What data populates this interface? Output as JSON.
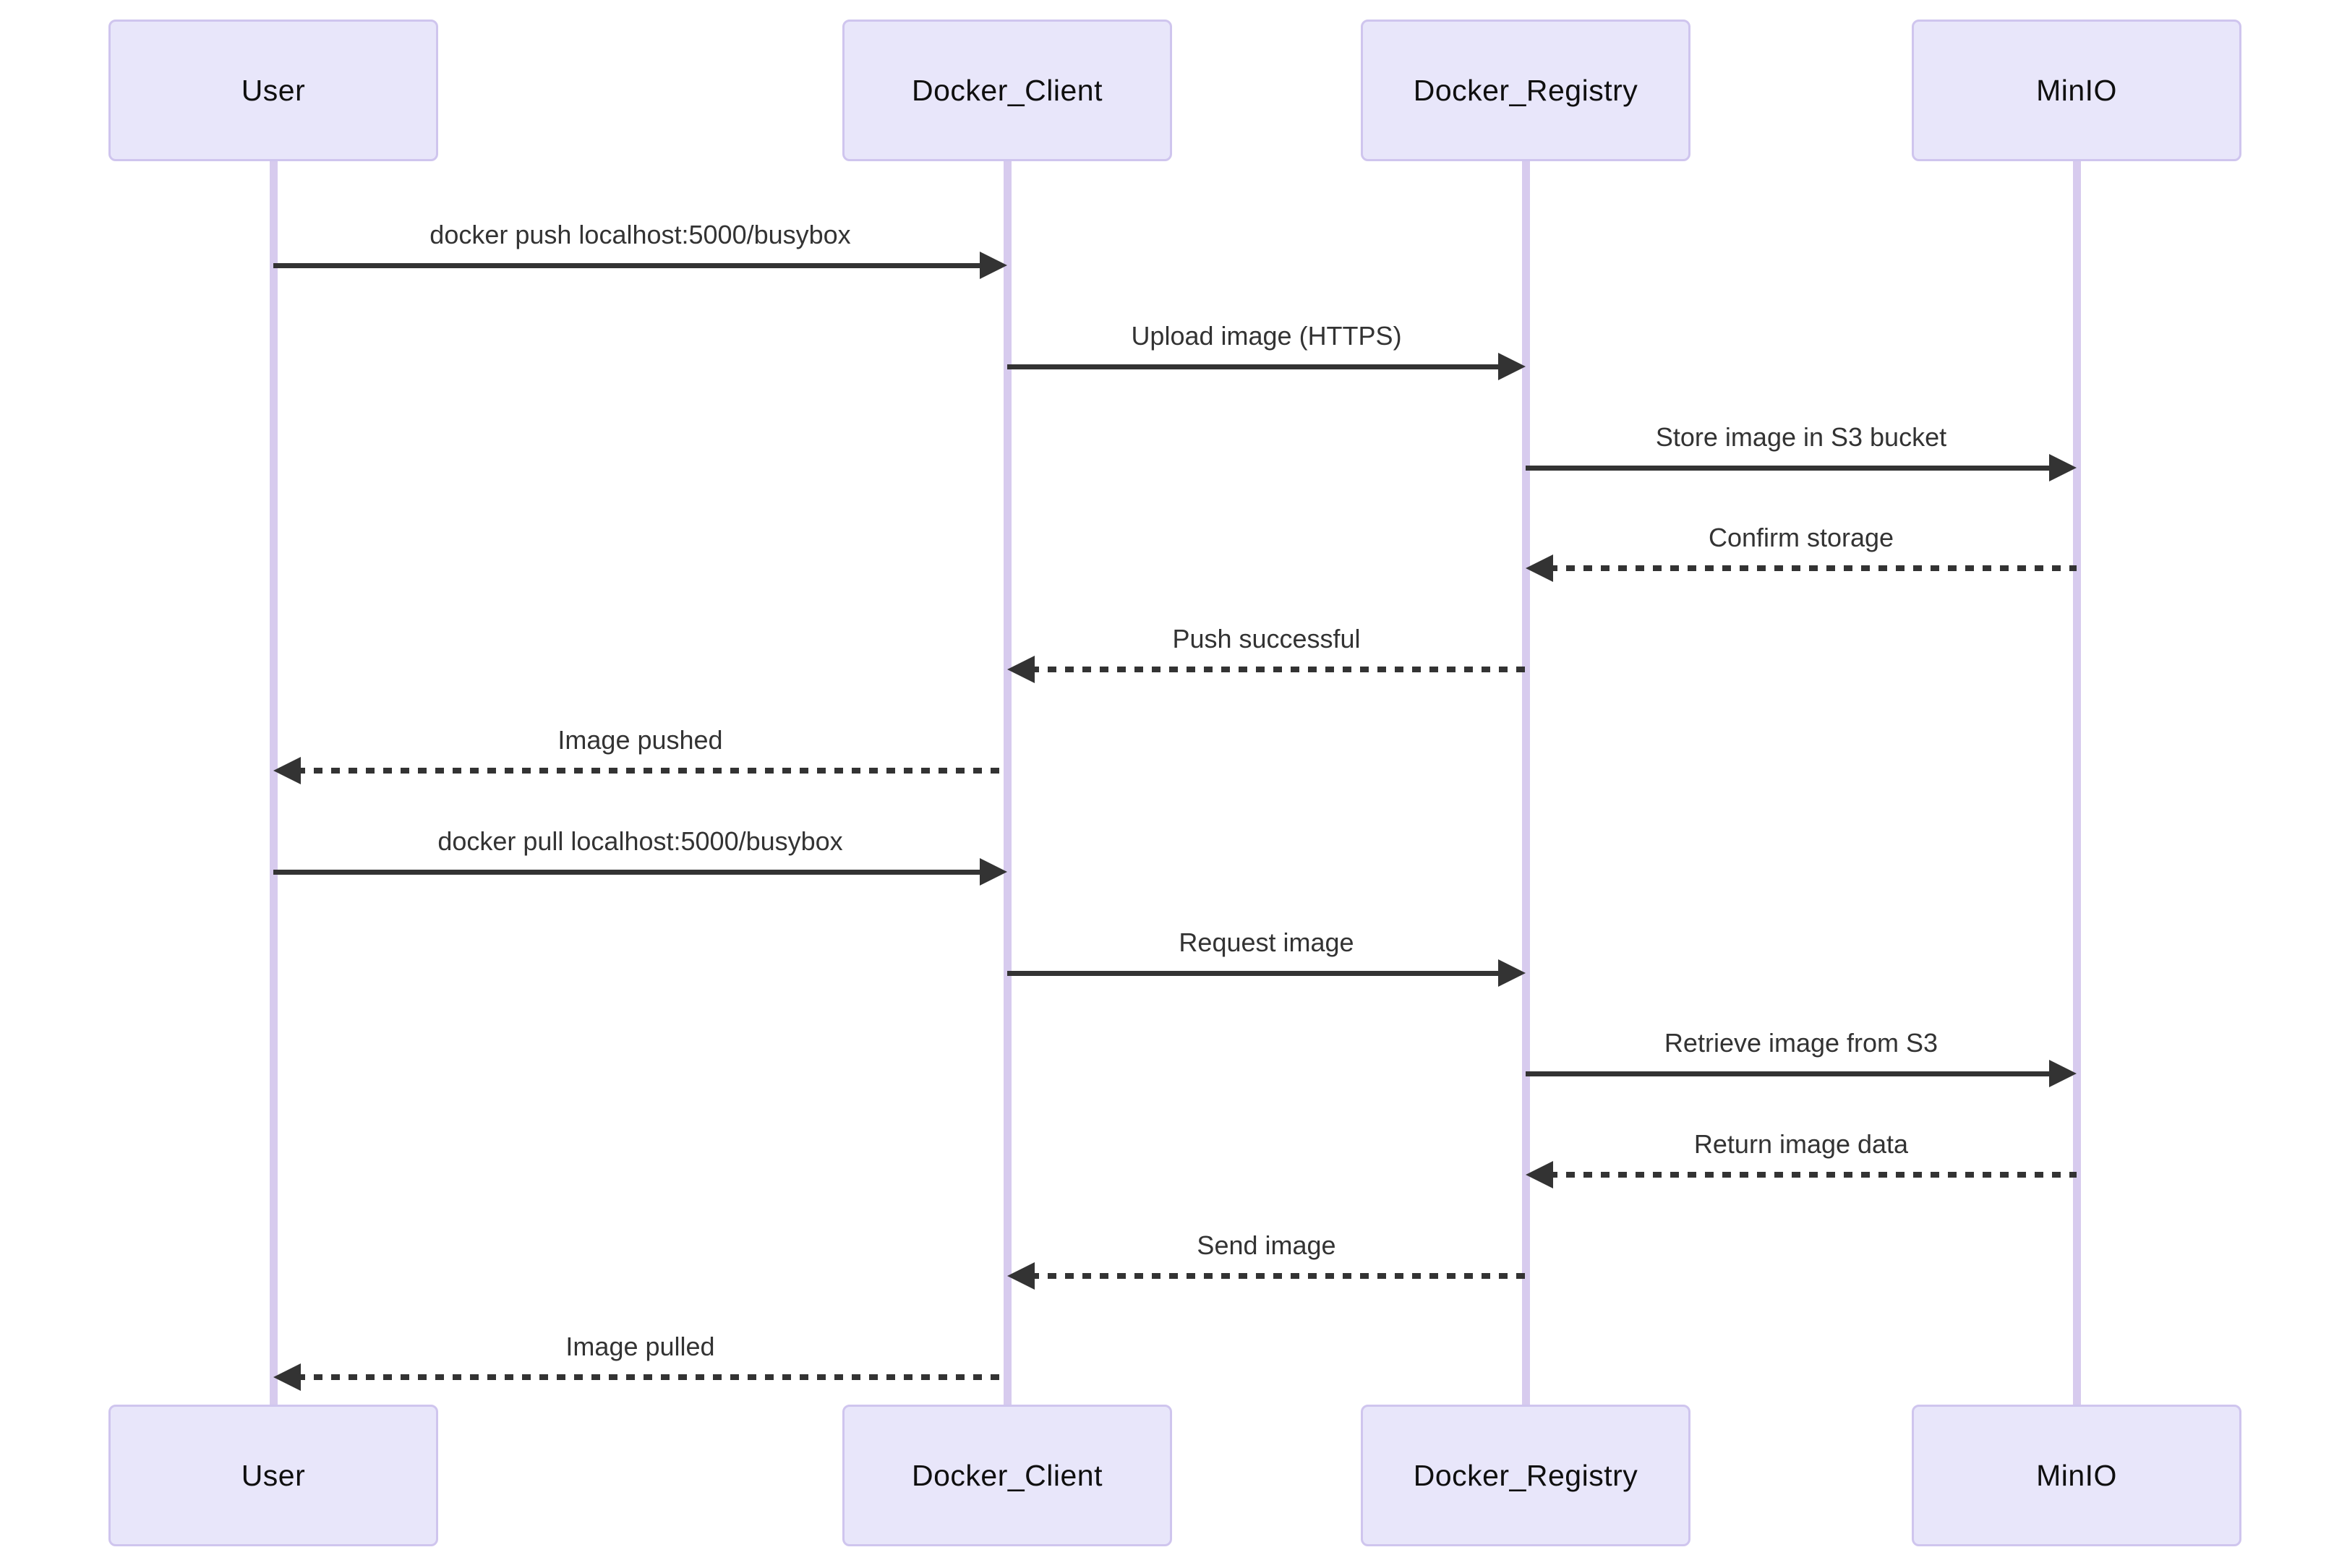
{
  "diagram": {
    "type": "sequence",
    "participants": [
      {
        "id": "User",
        "label": "User"
      },
      {
        "id": "Docker_Client",
        "label": "Docker_Client"
      },
      {
        "id": "Docker_Registry",
        "label": "Docker_Registry"
      },
      {
        "id": "MinIO",
        "label": "MinIO"
      }
    ],
    "messages": [
      {
        "from": "User",
        "to": "Docker_Client",
        "label": "docker push localhost:5000/busybox",
        "line": "solid"
      },
      {
        "from": "Docker_Client",
        "to": "Docker_Registry",
        "label": "Upload image (HTTPS)",
        "line": "solid"
      },
      {
        "from": "Docker_Registry",
        "to": "MinIO",
        "label": "Store image in S3 bucket",
        "line": "solid"
      },
      {
        "from": "MinIO",
        "to": "Docker_Registry",
        "label": "Confirm storage",
        "line": "dotted"
      },
      {
        "from": "Docker_Registry",
        "to": "Docker_Client",
        "label": "Push successful",
        "line": "dotted"
      },
      {
        "from": "Docker_Client",
        "to": "User",
        "label": "Image pushed",
        "line": "dotted"
      },
      {
        "from": "User",
        "to": "Docker_Client",
        "label": "docker pull localhost:5000/busybox",
        "line": "solid"
      },
      {
        "from": "Docker_Client",
        "to": "Docker_Registry",
        "label": "Request image",
        "line": "solid"
      },
      {
        "from": "Docker_Registry",
        "to": "MinIO",
        "label": "Retrieve image from S3",
        "line": "solid"
      },
      {
        "from": "MinIO",
        "to": "Docker_Registry",
        "label": "Return image data",
        "line": "dotted"
      },
      {
        "from": "Docker_Registry",
        "to": "Docker_Client",
        "label": "Send image",
        "line": "dotted"
      },
      {
        "from": "Docker_Client",
        "to": "User",
        "label": "Image pulled",
        "line": "dotted"
      }
    ],
    "colors": {
      "actor_fill": "#e8e6fa",
      "actor_border": "#cfc5ee",
      "lifeline": "#d7cbee",
      "arrow": "#333333",
      "text": "#333333",
      "background": "#ffffff"
    }
  }
}
